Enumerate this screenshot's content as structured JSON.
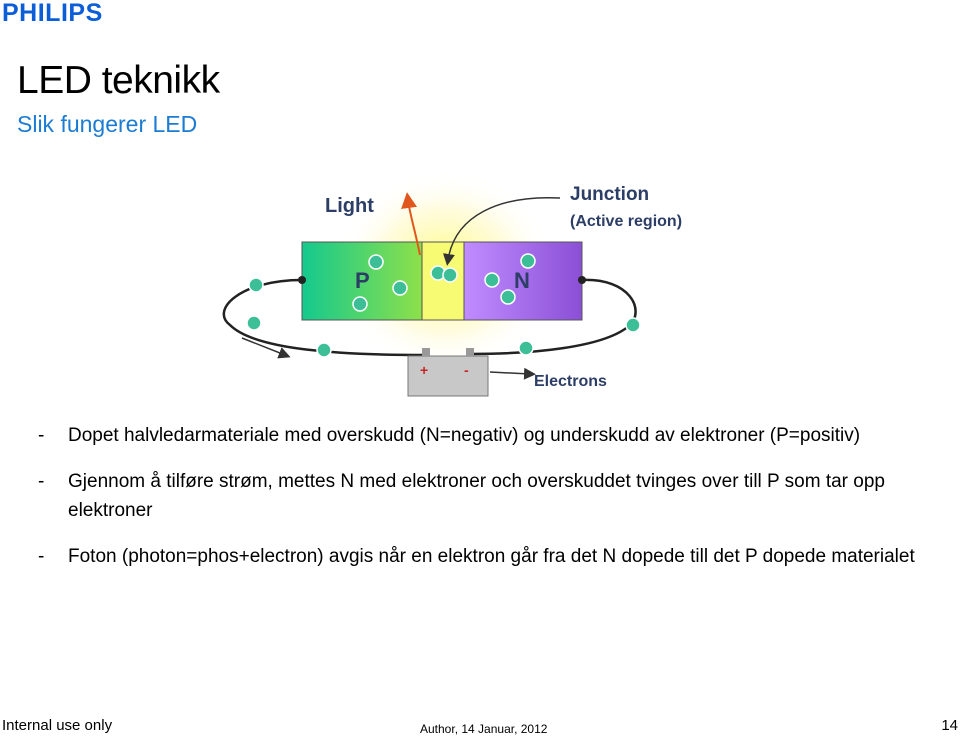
{
  "brand": {
    "logo_text": "PHILIPS"
  },
  "slide": {
    "title": "LED teknikk",
    "subtitle": "Slik fungerer LED"
  },
  "diagram": {
    "labels": {
      "light": "Light",
      "junction": "Junction",
      "active_region": "(Active region)",
      "p_region": "P",
      "n_region": "N",
      "electrons": "Electrons",
      "battery_plus": "+",
      "battery_minus": "-"
    },
    "colors": {
      "p_region": "#22d07a",
      "junction": "#f4f86a",
      "n_region": "#9b5de5",
      "carrier": "#2bb38a",
      "battery": "#c8c8c8"
    }
  },
  "bullets": [
    {
      "dash": "-",
      "text": "Dopet halvledarmateriale med overskudd (N=negativ) og underskudd av elektroner (P=positiv)"
    },
    {
      "dash": "-",
      "text": "Gjennom å tilføre strøm, mettes N med elektroner och overskuddet tvinges over till P som tar opp elektroner"
    },
    {
      "dash": "-",
      "text": "  Foton (photon=phos+electron) avgis når en elektron går fra det N dopede till det P dopede materialet"
    }
  ],
  "footer": {
    "classification": "Internal use only",
    "author_date": "Author, 14 Januar, 2012",
    "page_number": "14"
  }
}
